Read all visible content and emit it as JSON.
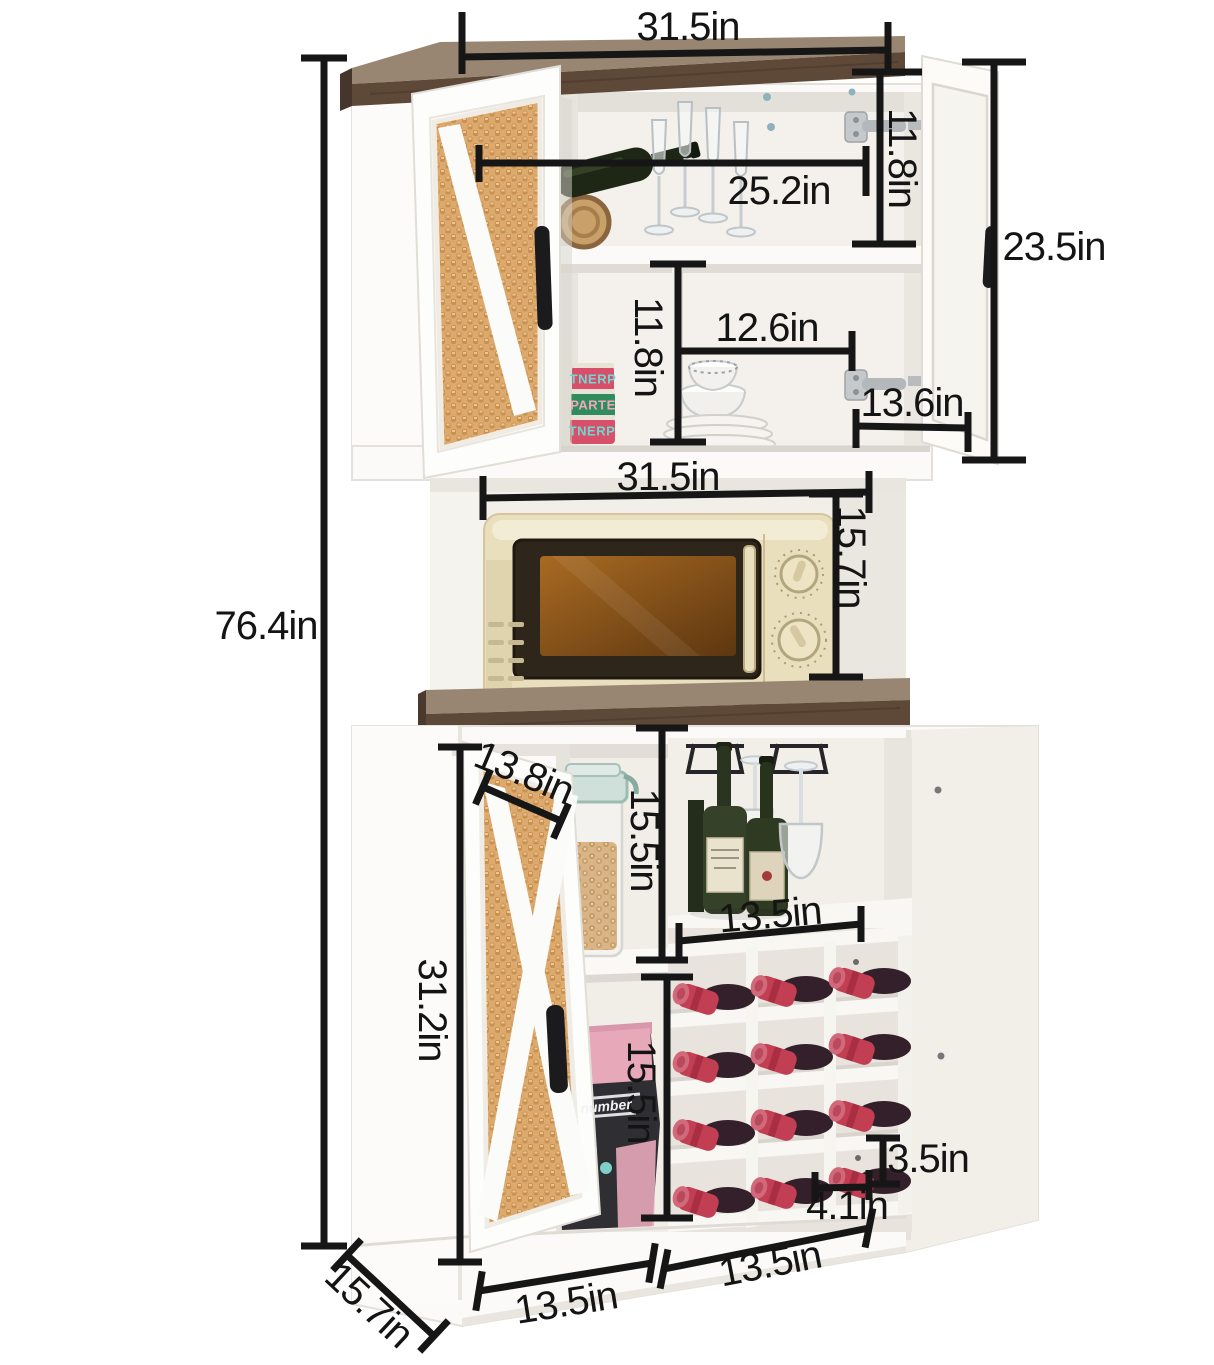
{
  "image": {
    "type": "product dimension diagram",
    "subject": "Farmhouse pantry hutch cabinet with rattan barn doors, microwave shelf, stemware rack and 12-bottle wine rack",
    "unit": "in",
    "background": "#ffffff"
  },
  "dims": {
    "top_width": "31.5in",
    "upper_opening_width": "25.2in",
    "upper_right_door_height": "11.8in",
    "right_doors_height": "23.5in",
    "upper_shelf_height": "11.8in",
    "upper_shelf_width": "12.6in",
    "right_door_width": "13.6in",
    "microwave_opening_width": "31.5in",
    "microwave_opening_height": "15.7in",
    "overall_height": "76.4in",
    "lower_door_width": "13.8in",
    "lower_upper_opening_height": "15.5in",
    "wine_shelf_width": "13.5in",
    "lower_section_height": "31.2in",
    "lower_lower_opening_height": "15.5in",
    "wine_cubby_height": "3.5in",
    "wine_cubby_width": "4.1in",
    "bottom_left_width": "13.5in",
    "bottom_right_width": "13.5in",
    "depth": "15.7in"
  },
  "decor": {
    "tins": [
      "TNERP",
      "PARTE",
      "TNERP"
    ],
    "bag_text": "number"
  },
  "objects": [
    "lying-wine-bottle",
    "champagne-flutes",
    "woven-basket",
    "food-tins",
    "bowls-and-plates",
    "microwave",
    "cereal-container",
    "snack-bag",
    "standing-wine-bottles",
    "hanging-wine-glasses",
    "wine-rack-bottles"
  ],
  "colors": {
    "dimension_line": "#161616",
    "cabinet_white": "#fbfaf8",
    "walnut_top": "#998672",
    "walnut_front": "#5e4939",
    "rattan": "#dcaa6e",
    "microwave_cream": "#e9dfbd",
    "wine_cap_red": "#c23e52",
    "lid_teal": "#cfe0da"
  }
}
